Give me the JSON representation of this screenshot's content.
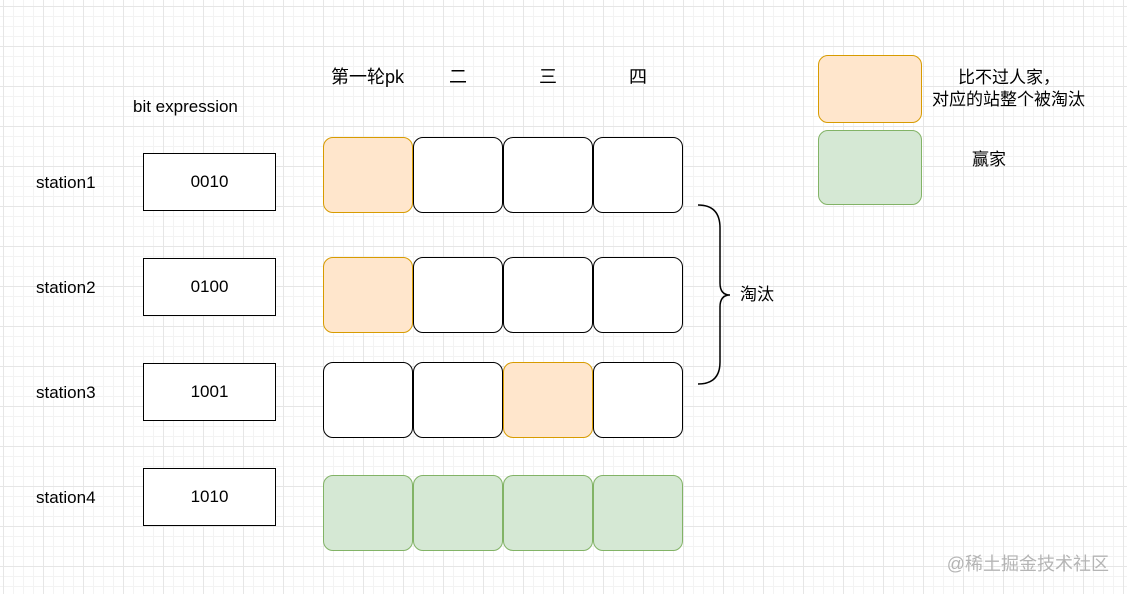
{
  "headers": {
    "bit_expression": "bit expression",
    "rounds": [
      "第一轮pk",
      "二",
      "三",
      "四"
    ]
  },
  "stations": [
    {
      "name": "station1",
      "bits": "0010",
      "cells": [
        "lose",
        "plain",
        "plain",
        "plain"
      ]
    },
    {
      "name": "station2",
      "bits": "0100",
      "cells": [
        "lose",
        "plain",
        "plain",
        "plain"
      ]
    },
    {
      "name": "station3",
      "bits": "1001",
      "cells": [
        "plain",
        "plain",
        "lose",
        "plain"
      ]
    },
    {
      "name": "station4",
      "bits": "1010",
      "cells": [
        "win",
        "win",
        "win",
        "win"
      ]
    }
  ],
  "eliminated_label": "淘汰",
  "legend": {
    "lose_line1": "比不过人家，",
    "lose_line2": "对应的站整个被淘汰",
    "win": "赢家"
  },
  "colors": {
    "lose_fill": "#ffe6cc",
    "lose_stroke": "#d79b00",
    "win_fill": "#d5e8d4",
    "win_stroke": "#82b366"
  },
  "watermark": "@稀土掘金技术社区"
}
